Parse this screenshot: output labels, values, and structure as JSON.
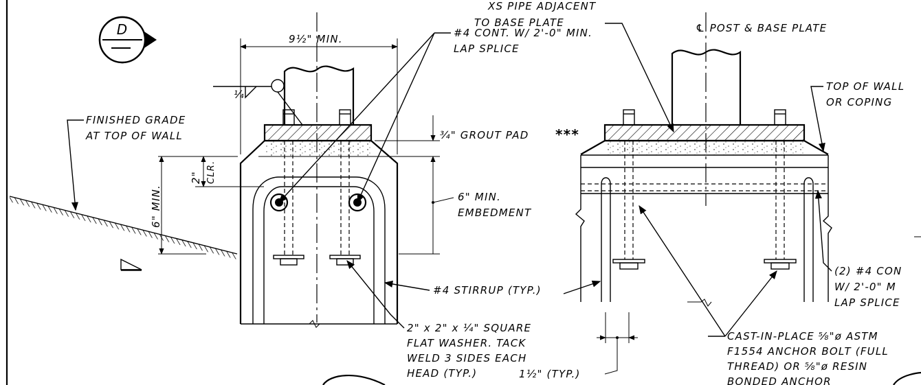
{
  "section_marker": {
    "letter": "D"
  },
  "left_detail": {
    "dim_plate_width": "9½\" MIN.",
    "weld_size": "¼",
    "grade": [
      "FINISHED GRADE",
      "AT TOP OF WALL"
    ],
    "dim_embed_min": "6\" MIN.",
    "dim_clearance": "2\"",
    "dim_clearance_note": "CLR.",
    "cont_bar": [
      "#4 CONT. W/ 2'-0\" MIN.",
      "LAP SPLICE"
    ],
    "grout_pad": "¾\" GROUT PAD",
    "grout_note_mark": "***",
    "embedment": [
      "6\" MIN.",
      "EMBEDMENT"
    ],
    "stirrup": "#4 STIRRUP (TYP.)",
    "washer": [
      "2\" x 2\" x ¼\" SQUARE",
      "FLAT WASHER. TACK",
      "WELD 3 SIDES EACH",
      "HEAD (TYP.)"
    ]
  },
  "right_detail": {
    "pipe_note": [
      "XS PIPE ADJACENT",
      "TO BASE PLATE"
    ],
    "centerline": "℄ POST & BASE PLATE",
    "top_of_wall": [
      "TOP OF WALL",
      "OR COPING"
    ],
    "cont_bars": [
      "(2) #4 CON",
      "W/ 2'-0\" M",
      "LAP SPLICE"
    ],
    "anchor": [
      "CAST-IN-PLACE ⅝\"ø ASTM",
      "F1554 ANCHOR BOLT (FULL",
      "THREAD) OR ⅝\"ø RESIN",
      "BONDED ANCHOR"
    ],
    "spacing": "1½\" (TYP.)"
  }
}
